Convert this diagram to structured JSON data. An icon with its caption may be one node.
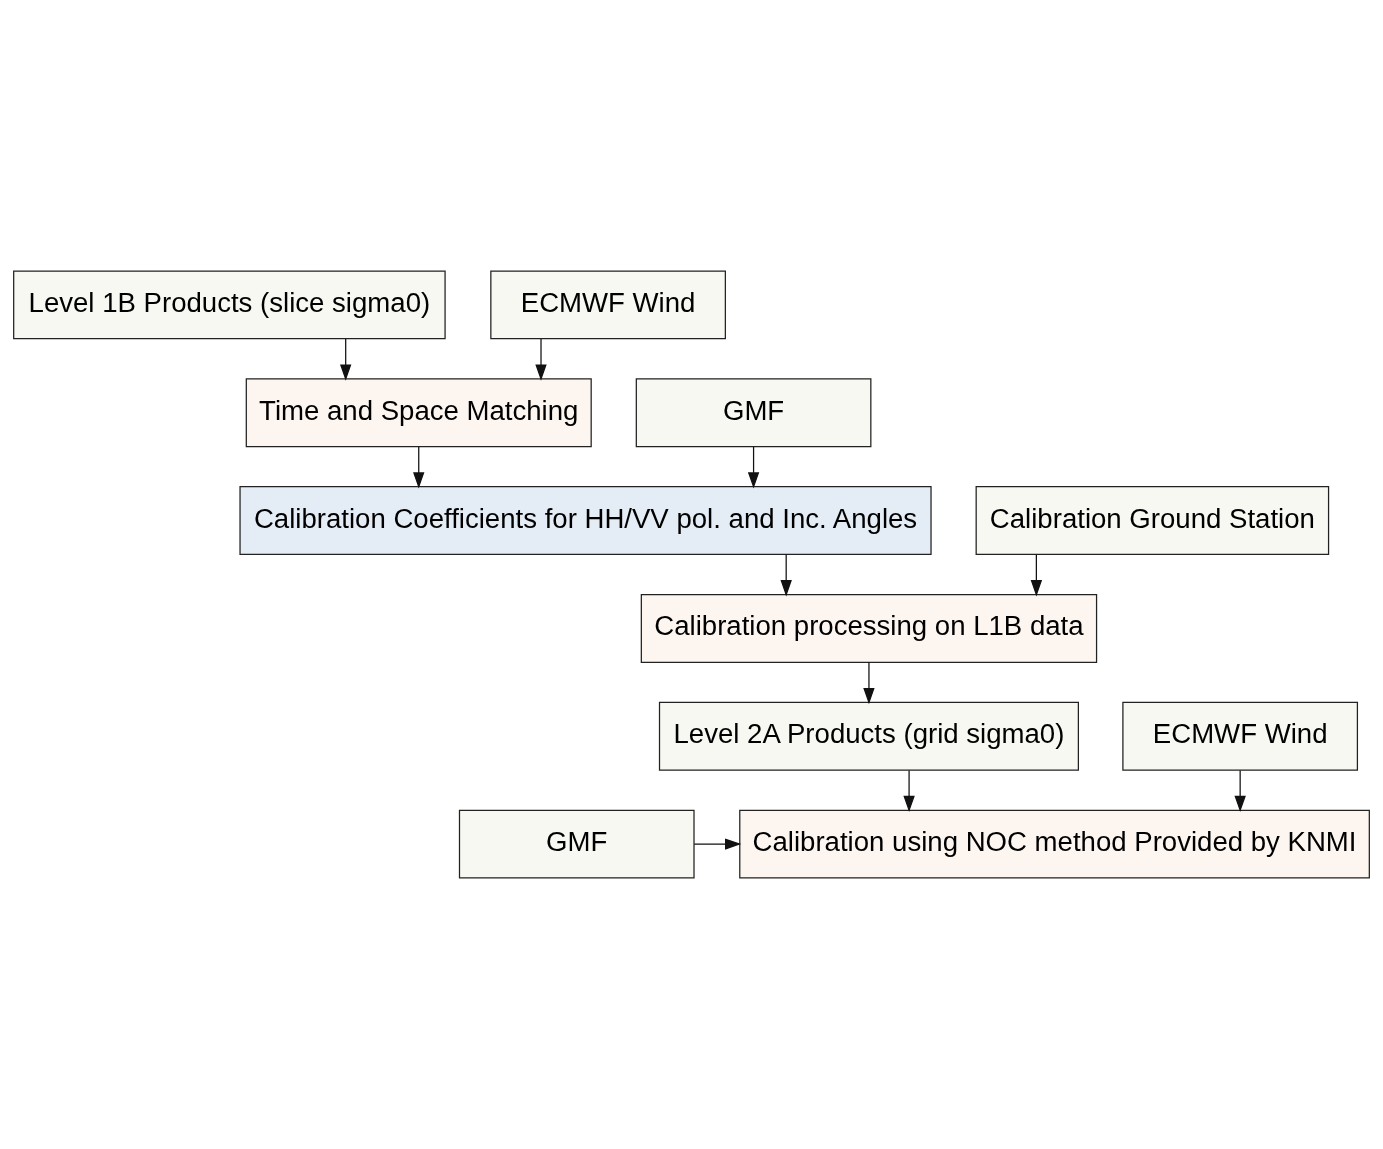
{
  "diagram": {
    "nodes": [
      {
        "text": [
          "Level 1B Products (slice sigma0)"
        ]
      },
      {
        "text": [
          "ECMWF Wind"
        ]
      },
      {
        "text": [
          "Time and Space Matching"
        ]
      },
      {
        "text": [
          "GMF"
        ]
      },
      {
        "text": [
          "Calibration Coefficients for HH/VV pol. and Inc. Angles"
        ]
      },
      {
        "text": [
          "Calibration Ground Station"
        ]
      },
      {
        "text": [
          "Calibration processing on L1B data"
        ]
      },
      {
        "text": [
          "Level 2A Products (grid sigma0)"
        ]
      },
      {
        "text": [
          "ECMWF Wind"
        ]
      },
      {
        "text": [
          "Calibration using NOC method Provided by KNMI"
        ]
      },
      {
        "text": [
          "GMF"
        ]
      }
    ],
    "edges": [
      {
        "from": 0,
        "to": 2,
        "arrow": "to"
      },
      {
        "from": 1,
        "to": 2,
        "arrow": "to"
      },
      {
        "from": 2,
        "to": 4,
        "arrow": "to"
      },
      {
        "from": 3,
        "to": 4,
        "arrow": "to"
      },
      {
        "from": 4,
        "to": 6,
        "arrow": "to"
      },
      {
        "from": 5,
        "to": 6,
        "arrow": "to"
      },
      {
        "from": 6,
        "to": 7,
        "arrow": "to"
      },
      {
        "from": 7,
        "to": 9,
        "arrow": "to"
      },
      {
        "from": 8,
        "to": 9,
        "arrow": "to"
      },
      {
        "from": 10,
        "to": 9,
        "arrow": "to"
      }
    ]
  }
}
